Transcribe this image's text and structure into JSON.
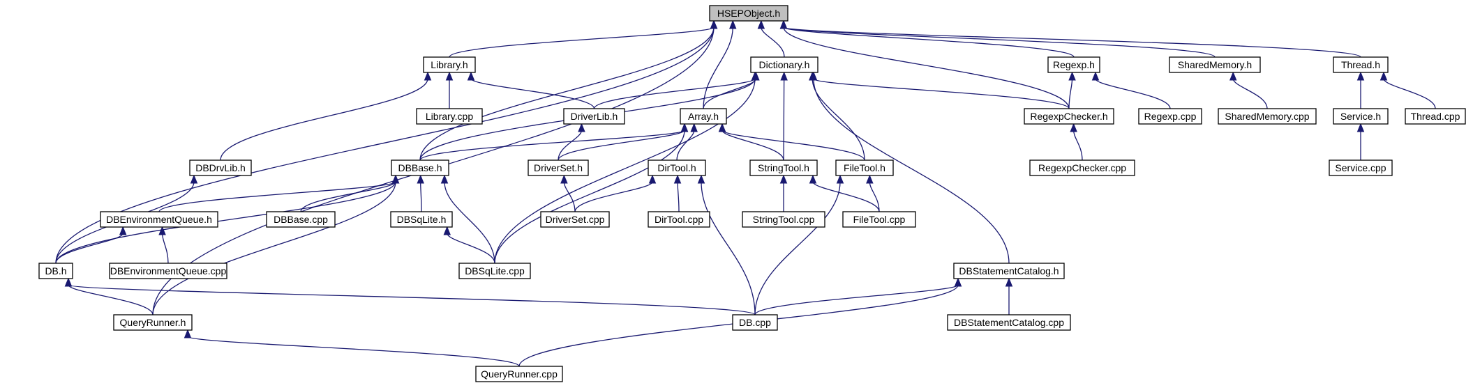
{
  "diagram": {
    "kind": "include-dependency-graph",
    "root": "HSEPObject.h",
    "nodes": [
      {
        "id": "hsep",
        "label": "HSEPObject.h",
        "root": true
      },
      {
        "id": "library_h",
        "label": "Library.h"
      },
      {
        "id": "library_cpp",
        "label": "Library.cpp"
      },
      {
        "id": "dictionary_h",
        "label": "Dictionary.h"
      },
      {
        "id": "regexp_h",
        "label": "Regexp.h"
      },
      {
        "id": "sharedmemory_h",
        "label": "SharedMemory.h"
      },
      {
        "id": "thread_h",
        "label": "Thread.h"
      },
      {
        "id": "driverlib_h",
        "label": "DriverLib.h"
      },
      {
        "id": "array_h",
        "label": "Array.h"
      },
      {
        "id": "regexpchecker_h",
        "label": "RegexpChecker.h"
      },
      {
        "id": "regexp_cpp",
        "label": "Regexp.cpp"
      },
      {
        "id": "sharedmemory_cpp",
        "label": "SharedMemory.cpp"
      },
      {
        "id": "service_h",
        "label": "Service.h"
      },
      {
        "id": "thread_cpp",
        "label": "Thread.cpp"
      },
      {
        "id": "dbdrvlib_h",
        "label": "DBDrvLib.h"
      },
      {
        "id": "dbbase_h",
        "label": "DBBase.h"
      },
      {
        "id": "driverset_h",
        "label": "DriverSet.h"
      },
      {
        "id": "dirtool_h",
        "label": "DirTool.h"
      },
      {
        "id": "stringtool_h",
        "label": "StringTool.h"
      },
      {
        "id": "filetool_h",
        "label": "FileTool.h"
      },
      {
        "id": "regexpchecker_cpp",
        "label": "RegexpChecker.cpp"
      },
      {
        "id": "service_cpp",
        "label": "Service.cpp"
      },
      {
        "id": "dbenvqueue_h",
        "label": "DBEnvironmentQueue.h"
      },
      {
        "id": "dbbase_cpp",
        "label": "DBBase.cpp"
      },
      {
        "id": "dbsqlite_h",
        "label": "DBSqLite.h"
      },
      {
        "id": "driverset_cpp",
        "label": "DriverSet.cpp"
      },
      {
        "id": "dirtool_cpp",
        "label": "DirTool.cpp"
      },
      {
        "id": "stringtool_cpp",
        "label": "StringTool.cpp"
      },
      {
        "id": "filetool_cpp",
        "label": "FileTool.cpp"
      },
      {
        "id": "db_h",
        "label": "DB.h"
      },
      {
        "id": "dbenvqueue_cpp",
        "label": "DBEnvironmentQueue.cpp"
      },
      {
        "id": "dbsqlite_cpp",
        "label": "DBSqLite.cpp"
      },
      {
        "id": "dbstmtcatalog_h",
        "label": "DBStatementCatalog.h"
      },
      {
        "id": "queryrunner_h",
        "label": "QueryRunner.h"
      },
      {
        "id": "db_cpp",
        "label": "DB.cpp"
      },
      {
        "id": "dbstmtcatalog_cpp",
        "label": "DBStatementCatalog.cpp"
      },
      {
        "id": "queryrunner_cpp",
        "label": "QueryRunner.cpp"
      }
    ],
    "edges": [
      {
        "from": "library_h",
        "to": "hsep"
      },
      {
        "from": "dictionary_h",
        "to": "hsep"
      },
      {
        "from": "regexp_h",
        "to": "hsep"
      },
      {
        "from": "sharedmemory_h",
        "to": "hsep"
      },
      {
        "from": "thread_h",
        "to": "hsep"
      },
      {
        "from": "array_h",
        "to": "hsep"
      },
      {
        "from": "regexpchecker_h",
        "to": "hsep"
      },
      {
        "from": "dbbase_h",
        "to": "hsep"
      },
      {
        "from": "db_h",
        "to": "hsep"
      },
      {
        "from": "queryrunner_h",
        "to": "hsep"
      },
      {
        "from": "library_cpp",
        "to": "library_h"
      },
      {
        "from": "driverlib_h",
        "to": "library_h"
      },
      {
        "from": "dbdrvlib_h",
        "to": "library_h"
      },
      {
        "from": "driverlib_h",
        "to": "dictionary_h"
      },
      {
        "from": "array_h",
        "to": "dictionary_h"
      },
      {
        "from": "stringtool_h",
        "to": "dictionary_h"
      },
      {
        "from": "filetool_h",
        "to": "dictionary_h"
      },
      {
        "from": "regexpchecker_h",
        "to": "dictionary_h"
      },
      {
        "from": "dbbase_h",
        "to": "dictionary_h"
      },
      {
        "from": "dbsqlite_cpp",
        "to": "dictionary_h"
      },
      {
        "from": "dbstmtcatalog_h",
        "to": "dictionary_h"
      },
      {
        "from": "regexpchecker_h",
        "to": "regexp_h"
      },
      {
        "from": "regexp_cpp",
        "to": "regexp_h"
      },
      {
        "from": "sharedmemory_cpp",
        "to": "sharedmemory_h"
      },
      {
        "from": "service_h",
        "to": "thread_h"
      },
      {
        "from": "thread_cpp",
        "to": "thread_h"
      },
      {
        "from": "driverset_h",
        "to": "driverlib_h"
      },
      {
        "from": "dbbase_h",
        "to": "array_h"
      },
      {
        "from": "driverset_h",
        "to": "array_h"
      },
      {
        "from": "dirtool_h",
        "to": "array_h"
      },
      {
        "from": "stringtool_h",
        "to": "array_h"
      },
      {
        "from": "filetool_h",
        "to": "array_h"
      },
      {
        "from": "dbsqlite_cpp",
        "to": "array_h"
      },
      {
        "from": "regexpchecker_cpp",
        "to": "regexpchecker_h"
      },
      {
        "from": "service_cpp",
        "to": "service_h"
      },
      {
        "from": "db_h",
        "to": "dbdrvlib_h"
      },
      {
        "from": "dbenvqueue_h",
        "to": "dbbase_h"
      },
      {
        "from": "dbbase_cpp",
        "to": "dbbase_h"
      },
      {
        "from": "dbsqlite_h",
        "to": "dbbase_h"
      },
      {
        "from": "dbsqlite_cpp",
        "to": "dbbase_h"
      },
      {
        "from": "db_h",
        "to": "dbbase_h"
      },
      {
        "from": "queryrunner_h",
        "to": "dbbase_h"
      },
      {
        "from": "driverset_cpp",
        "to": "driverset_h"
      },
      {
        "from": "driverset_cpp",
        "to": "dirtool_h"
      },
      {
        "from": "dirtool_cpp",
        "to": "dirtool_h"
      },
      {
        "from": "db_cpp",
        "to": "dirtool_h"
      },
      {
        "from": "stringtool_cpp",
        "to": "stringtool_h"
      },
      {
        "from": "filetool_cpp",
        "to": "stringtool_h"
      },
      {
        "from": "filetool_cpp",
        "to": "filetool_h"
      },
      {
        "from": "db_cpp",
        "to": "filetool_h"
      },
      {
        "from": "db_h",
        "to": "dbenvqueue_h"
      },
      {
        "from": "dbenvqueue_cpp",
        "to": "dbenvqueue_h"
      },
      {
        "from": "dbsqlite_cpp",
        "to": "dbsqlite_h"
      },
      {
        "from": "queryrunner_h",
        "to": "db_h"
      },
      {
        "from": "db_cpp",
        "to": "db_h"
      },
      {
        "from": "db_cpp",
        "to": "dbstmtcatalog_h"
      },
      {
        "from": "dbstmtcatalog_cpp",
        "to": "dbstmtcatalog_h"
      },
      {
        "from": "queryrunner_cpp",
        "to": "dbstmtcatalog_h"
      },
      {
        "from": "queryrunner_cpp",
        "to": "queryrunner_h"
      }
    ]
  }
}
